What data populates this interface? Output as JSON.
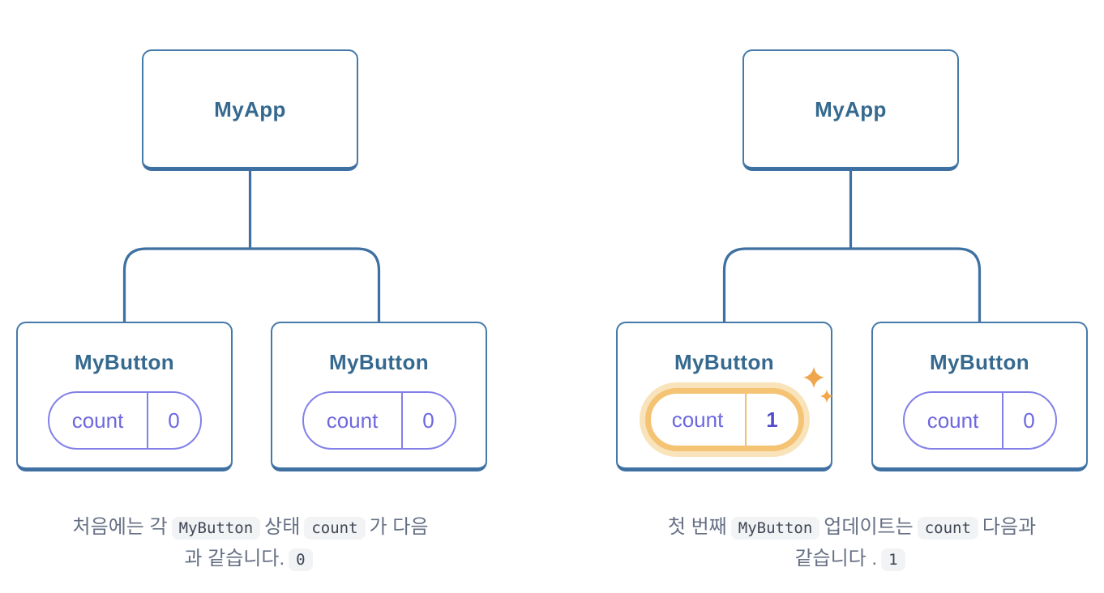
{
  "panels": [
    {
      "name": "initial-state",
      "app_label": "MyApp",
      "buttons": [
        {
          "label": "MyButton",
          "state_key": "count",
          "state_value": "0",
          "highlighted": false
        },
        {
          "label": "MyButton",
          "state_key": "count",
          "state_value": "0",
          "highlighted": false
        }
      ],
      "caption": {
        "t1": "처음에는 각",
        "c1": "MyButton",
        "t2": "상태",
        "c2": "count",
        "t3": "가 다음",
        "t4": "과 같습니다.",
        "c3": "0"
      }
    },
    {
      "name": "after-first-click",
      "app_label": "MyApp",
      "buttons": [
        {
          "label": "MyButton",
          "state_key": "count",
          "state_value": "1",
          "highlighted": true,
          "badge_icon": "sparkles-icon"
        },
        {
          "label": "MyButton",
          "state_key": "count",
          "state_value": "0",
          "highlighted": false
        }
      ],
      "caption": {
        "t1": "첫 번째",
        "c1": "MyButton",
        "t2": "업데이트는",
        "c2": "count",
        "t3": "다음과",
        "t4": "같습니다 .",
        "c3": "1"
      }
    }
  ],
  "colors": {
    "box_border": "#4579a8",
    "box_border_bottom": "#3f70a2",
    "title_text": "#35698f",
    "connector": "#3f70a2",
    "pill_border": "#8280e8",
    "pill_text": "#6d67e0",
    "highlight_border": "#f4c373",
    "highlight_glow": "#f9e3ba",
    "highlight_value_text": "#564cc9",
    "sparkle": "#f0a64c",
    "caption_text": "#667085",
    "code_bg": "#f2f3f5",
    "code_text": "#3f4654",
    "background": "#ffffff"
  }
}
